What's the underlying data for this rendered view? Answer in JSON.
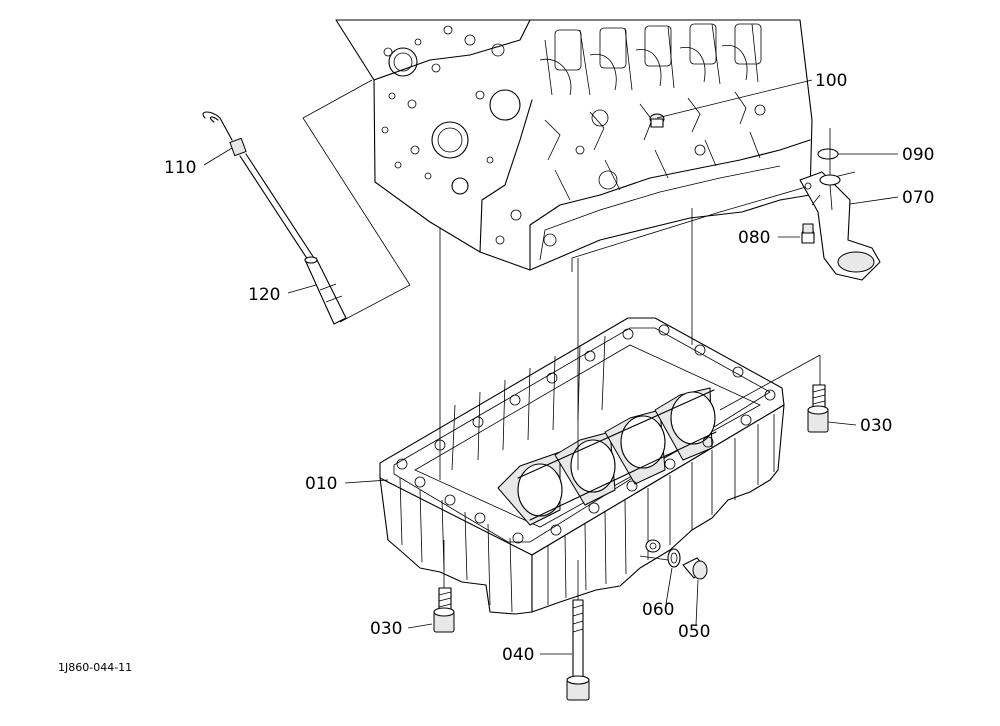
{
  "labels": {
    "p010": "010",
    "p030a": "030",
    "p030b": "030",
    "p040": "040",
    "p050": "050",
    "p060": "060",
    "p070": "070",
    "p080": "080",
    "p090": "090",
    "p100": "100",
    "p110": "110",
    "p120": "120"
  },
  "figure_code": "1J860-044-11"
}
